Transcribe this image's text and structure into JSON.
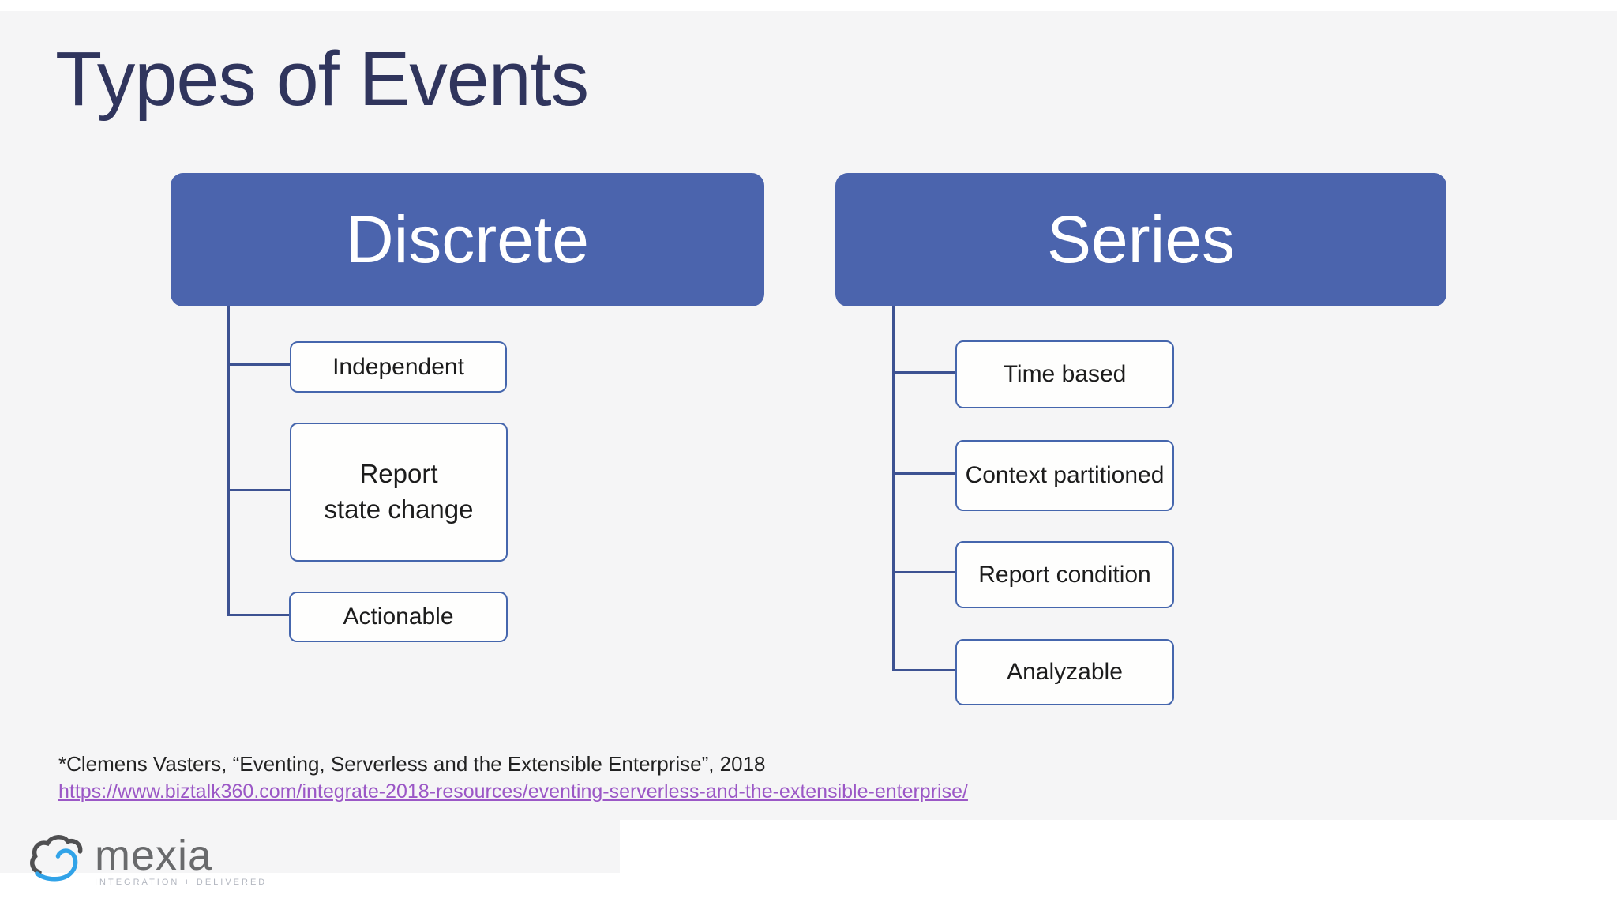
{
  "colors": {
    "bg": "#f5f5f6",
    "accent": "#4b64ad",
    "border": "#4566ad",
    "connector": "#3d5292",
    "title": "#30355d",
    "link": "#9b57c6",
    "cloud_gray": "#4f4f51",
    "cloud_blue": "#31a3e8"
  },
  "slide": {
    "title": "Types of Events"
  },
  "trees": [
    {
      "root": "Discrete",
      "children": [
        "Independent",
        "Report\nstate change",
        "Actionable"
      ]
    },
    {
      "root": "Series",
      "children": [
        "Time based",
        "Context partitioned",
        "Report condition",
        "Analyzable"
      ]
    }
  ],
  "citation": {
    "text": "*Clemens Vasters, “Eventing, Serverless and the Extensible Enterprise”, 2018",
    "link": "https://www.biztalk360.com/integrate-2018-resources/eventing-serverless-and-the-extensible-enterprise/"
  },
  "logo": {
    "wordmark": "mexia",
    "tagline": "INTEGRATION + DELIVERED"
  }
}
